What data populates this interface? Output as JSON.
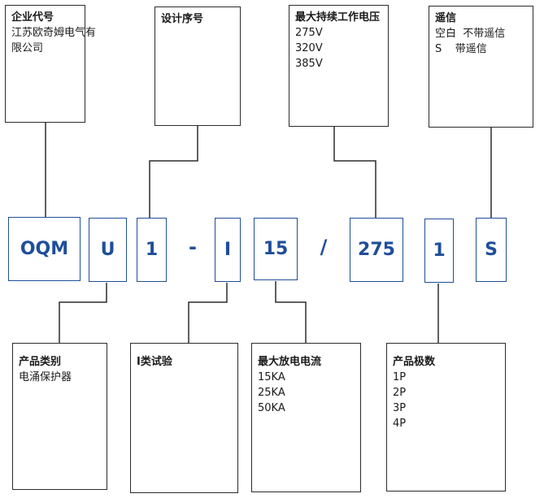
{
  "code_parts": {
    "oqm": "OQM",
    "u": "U",
    "one": "1",
    "dash": "-",
    "i": "I",
    "fifteen": "15",
    "slash": "/",
    "v275": "275",
    "pole": "1",
    "s": "S"
  },
  "top_boxes": {
    "enterprise": {
      "title": "企业代号",
      "lines": [
        "江苏欧奇姆电气有",
        "限公司"
      ]
    },
    "design": {
      "title": "设计序号",
      "lines": []
    },
    "voltage": {
      "title": "最大持续工作电压",
      "lines": [
        "275V",
        "320V",
        "385V"
      ]
    },
    "remote": {
      "title": "遥信",
      "lines": [
        "空白  不带遥信",
        "S    带遥信"
      ]
    }
  },
  "bottom_boxes": {
    "category": {
      "title": "产品类别",
      "lines": [
        "电涌保护器"
      ]
    },
    "test": {
      "title": "I类试验",
      "lines": []
    },
    "discharge": {
      "title": "最大放电电流",
      "lines": [
        "15KA",
        "25KA",
        "50KA"
      ]
    },
    "poles": {
      "title": "产品极数",
      "lines": [
        "1P",
        "2P",
        "3P",
        "4P"
      ]
    }
  },
  "colors": {
    "code_blue": "#1f4e9a",
    "border": "#2b2b2b"
  }
}
